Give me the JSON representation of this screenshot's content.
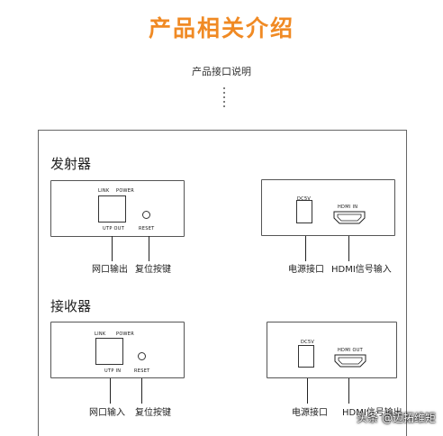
{
  "title": "产品相关介绍",
  "subtitle": "产品接口说明",
  "transmitter": {
    "section_label": "发射器",
    "front": {
      "link_label": "LINK",
      "power_label": "POWER",
      "port_label": "UTP OUT",
      "reset_label": "RESET"
    },
    "back": {
      "power_label": "DC5V",
      "hdmi_label": "HDMI IN"
    },
    "captions": {
      "network": "网口输出",
      "reset": "复位按键",
      "power": "电源接口",
      "hdmi": "HDMI信号输入"
    }
  },
  "receiver": {
    "section_label": "接收器",
    "front": {
      "link_label": "LINK",
      "power_label": "POWER",
      "port_label": "UTP IN",
      "reset_label": "RESET"
    },
    "back": {
      "power_label": "DC5V",
      "hdmi_label": "HDMI OUT"
    },
    "captions": {
      "network": "网口输入",
      "reset": "复位按键",
      "power": "电源接口",
      "hdmi": "HDMI信号输出"
    }
  },
  "watermark": "头条 @迈拓维矩"
}
